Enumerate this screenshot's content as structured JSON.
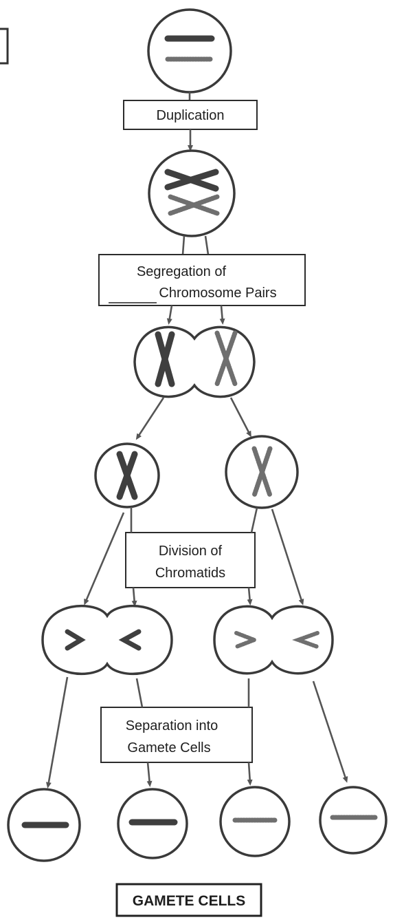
{
  "steps": {
    "duplication": "Duplication",
    "segregation_line1": "Segregation of",
    "segregation_line2": "Chromosome Pairs",
    "division_line1": "Division of",
    "division_line2": "Chromatids",
    "separation_line1": "Separation into",
    "separation_line2": "Gamete Cells"
  },
  "footer_label": "GAMETE CELLS"
}
